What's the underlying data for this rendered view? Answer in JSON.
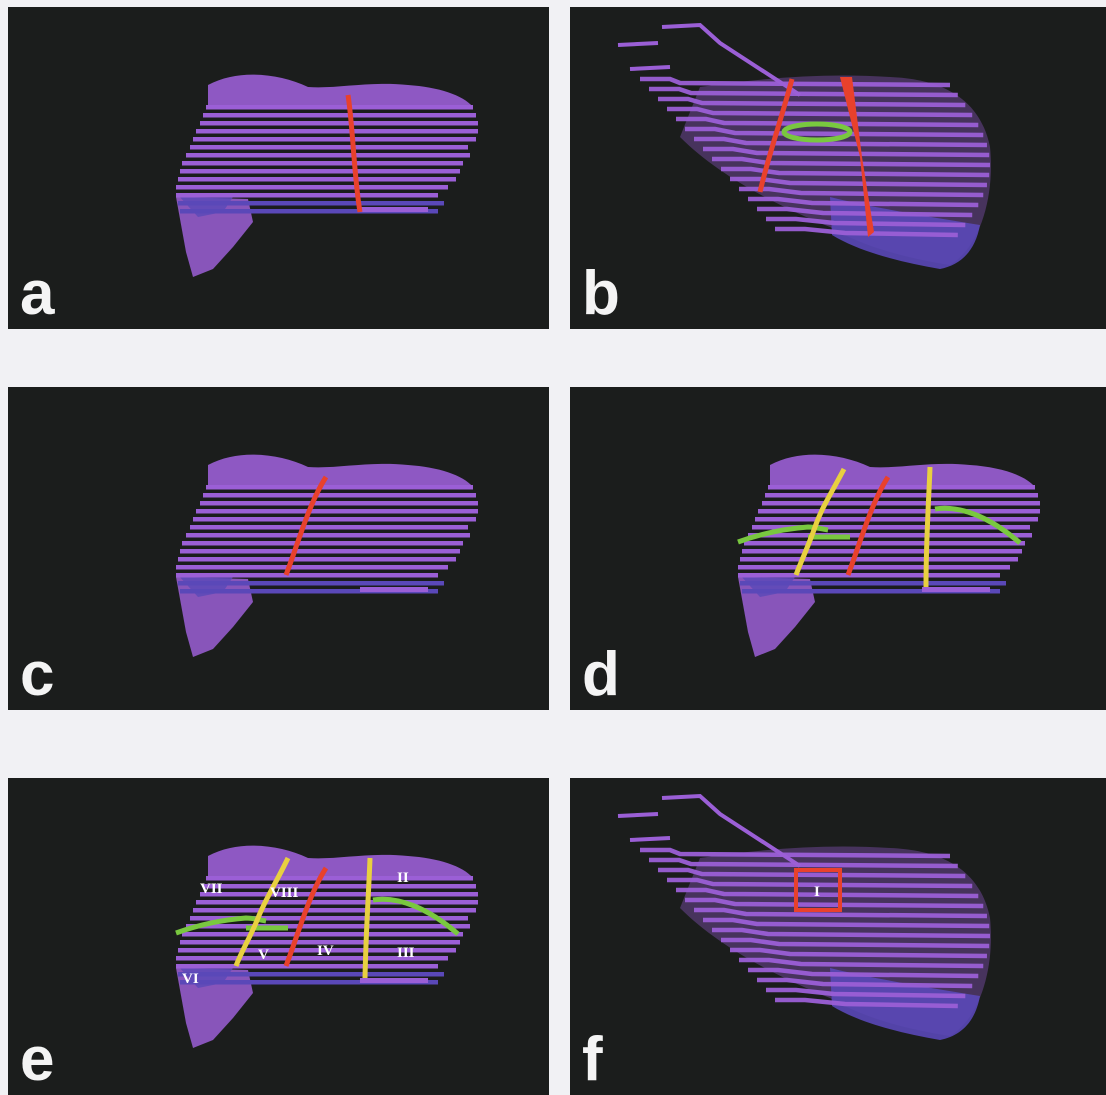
{
  "figure": {
    "panels": [
      {
        "id": "a",
        "label": "a",
        "view": "anterior"
      },
      {
        "id": "b",
        "label": "b",
        "view": "superior"
      },
      {
        "id": "c",
        "label": "c",
        "view": "anterior"
      },
      {
        "id": "d",
        "label": "d",
        "view": "anterior"
      },
      {
        "id": "e",
        "label": "e",
        "view": "anterior"
      },
      {
        "id": "f",
        "label": "f",
        "view": "superior"
      }
    ],
    "segment_labels": {
      "VII": "VII",
      "VIII": "VIII",
      "II": "II",
      "V": "V",
      "IV": "IV",
      "III": "III",
      "VI": "VI",
      "I": "I"
    },
    "colors": {
      "background": "#f1f1f4",
      "panel": "#1b1d1c",
      "liver": "#9b5fd6",
      "liver_dark": "#5a48b8",
      "red_line": "#e8412c",
      "green_line": "#79c83f",
      "yellow_line": "#e8d040"
    }
  }
}
